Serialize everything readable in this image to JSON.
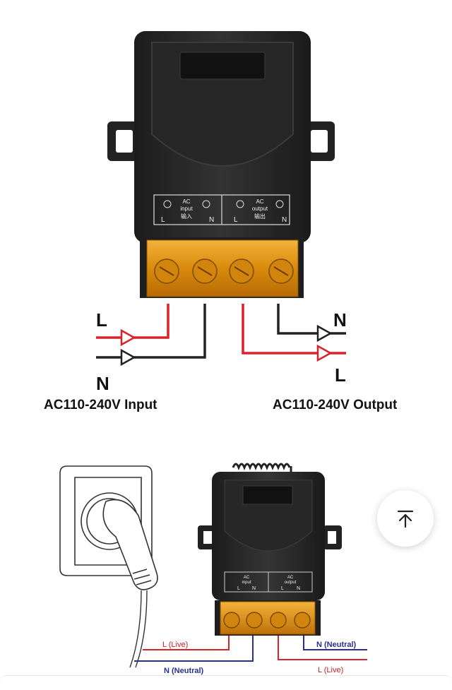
{
  "diagram_top": {
    "panel_text": {
      "input_ac": "AC",
      "input_en": "input",
      "input_cn": "输入",
      "output_ac": "AC",
      "output_en": "output",
      "output_cn": "输出",
      "l1": "L",
      "n1": "N",
      "l2": "L",
      "n2": "N"
    },
    "wire_labels": {
      "left_live": "L",
      "left_neutral": "N",
      "right_neutral": "N",
      "right_live": "L"
    },
    "input_caption": "AC110-240V Input",
    "output_caption": "AC110-240V Output"
  },
  "diagram_bottom": {
    "panel_text": {
      "input_ac": "AC",
      "input_en": "input",
      "output_ac": "AC",
      "output_en": "output",
      "l1": "L",
      "n1": "N",
      "l2": "L",
      "n2": "N"
    },
    "wire_labels": {
      "live_in": "L (Live)",
      "neutral_in": "N (Neutral)",
      "neutral_out": "N (Neutral)",
      "live_out": "L (Live)"
    }
  },
  "colors": {
    "live": "#d9222a",
    "neutral_black": "#222222",
    "neutral_blue": "#2a2f8f",
    "terminal": "#e0930f",
    "case": "#2b2b2b"
  },
  "scroll_top_icon": "arrow-up-to-line-icon"
}
